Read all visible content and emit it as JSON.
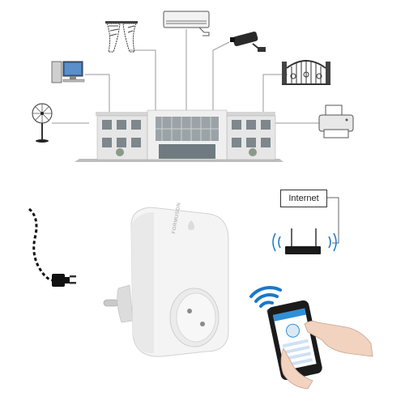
{
  "labels": {
    "internet": "Internet",
    "router": "router",
    "brand": "FORMUSON"
  },
  "colors": {
    "line": "#888888",
    "wifi_blue": "#1a78c8",
    "socket_white": "#f4f4f4",
    "building_gray": "#cfcfcf",
    "cable": "#111111"
  },
  "icons": [
    "wifi-icon",
    "router-icon",
    "smartphone-icon",
    "hand-icon",
    "smart-plug-icon",
    "power-plug-icon",
    "building-icon",
    "computer-icon",
    "fan-icon",
    "printer-icon",
    "gate-icon",
    "camera-icon",
    "air-conditioner-icon",
    "curtain-icon"
  ]
}
